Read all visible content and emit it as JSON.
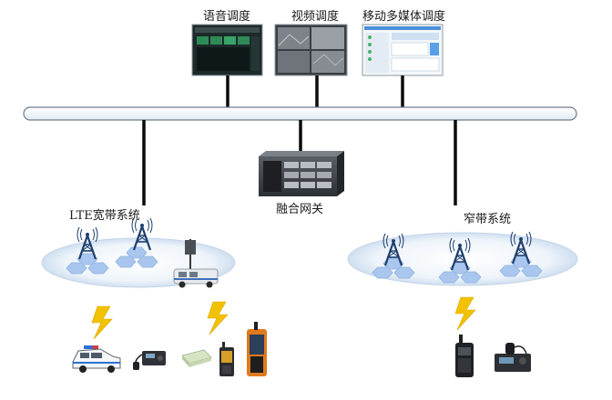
{
  "top_labels": {
    "voice": "语音调度",
    "video": "视频调度",
    "mobile": "移动多媒体调度"
  },
  "gateway_label": "融合网关",
  "lte_label": "LTE宽带系统",
  "narrow_label": "窄带系统",
  "colors": {
    "bus_fill": "#eef3f8",
    "bus_stroke": "#6d7d8c",
    "link": "#0a0a0a",
    "lightning": "#f2c200",
    "tower": "#1f3f6e",
    "hex": "#a9c7ee",
    "ellipse": "#e9f1f9"
  }
}
